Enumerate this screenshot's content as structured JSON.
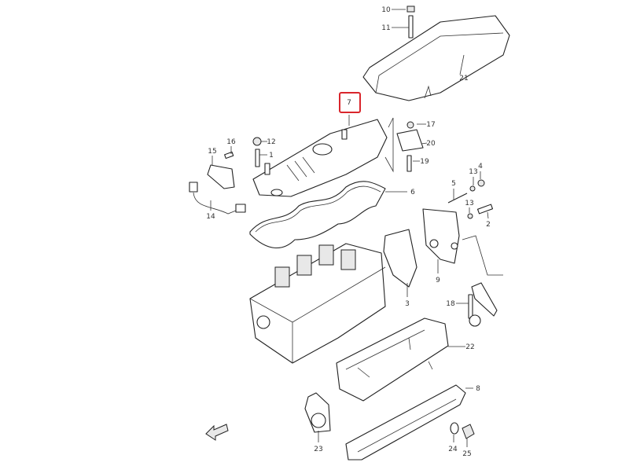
{
  "diagram": {
    "highlight_color": "#d9262c",
    "callouts": [
      {
        "text": "10"
      },
      {
        "text": "11"
      },
      {
        "text": "21"
      },
      {
        "text": "7"
      },
      {
        "text": "17"
      },
      {
        "text": "20"
      },
      {
        "text": "19"
      },
      {
        "text": "16"
      },
      {
        "text": "15"
      },
      {
        "text": "12"
      },
      {
        "text": "1"
      },
      {
        "text": "6"
      },
      {
        "text": "14"
      },
      {
        "text": "5"
      },
      {
        "text": "13"
      },
      {
        "text": "4"
      },
      {
        "text": "13"
      },
      {
        "text": "2"
      },
      {
        "text": "9"
      },
      {
        "text": "3"
      },
      {
        "text": "18"
      },
      {
        "text": "22"
      },
      {
        "text": "8"
      },
      {
        "text": "23"
      },
      {
        "text": "24"
      },
      {
        "text": "25"
      }
    ],
    "highlighted_callout": "7"
  }
}
